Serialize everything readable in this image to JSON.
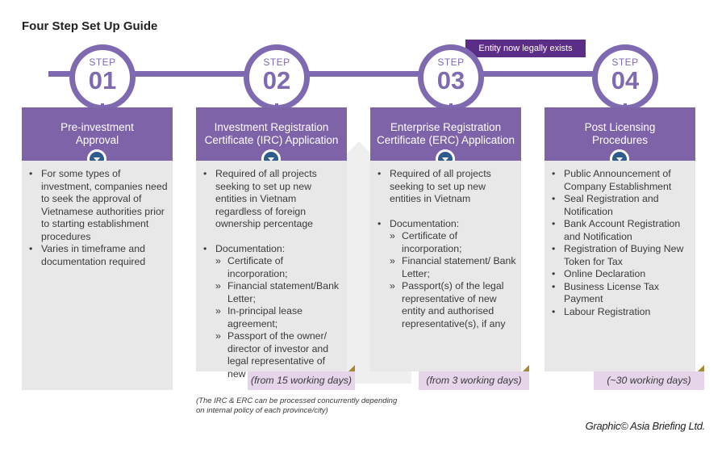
{
  "title": "Four Step Set Up Guide",
  "badge": "Entity now legally exists",
  "steps": [
    {
      "step_label": "STEP",
      "number": "01",
      "header": "Pre-investment\nApproval",
      "bullets": [
        {
          "text": "For some types of investment, companies need to seek the approval of Vietnamese authorities prior to starting establishment procedures"
        },
        {
          "text": "Varies in timeframe and documentation required"
        }
      ],
      "duration": ""
    },
    {
      "step_label": "STEP",
      "number": "02",
      "header": "Investment Registration\nCertificate (IRC) Application",
      "bullets": [
        {
          "text": "Required of all projects seeking to set up new entities in Vietnam regardless of foreign ownership percentage"
        },
        {
          "text": "Documentation:",
          "sub": [
            "Certificate of incorporation;",
            "Financial statement/Bank Letter;",
            "In-principal lease agreement;",
            "Passport of the owner/ director of investor and legal representative of new company."
          ]
        }
      ],
      "duration": "(from 15 working days)"
    },
    {
      "step_label": "STEP",
      "number": "03",
      "header": "Enterprise Registration\nCertificate (ERC) Application",
      "bullets": [
        {
          "text": "Required of all projects seeking to set up new entities in Vietnam"
        },
        {
          "text": "Documentation:",
          "sub": [
            "Certificate of incorporation;",
            "Financial statement/ Bank Letter;",
            "Passport(s) of the legal representative of new entity and authorised representative(s), if any"
          ]
        }
      ],
      "duration": "(from 3 working days)"
    },
    {
      "step_label": "STEP",
      "number": "04",
      "header": "Post Licensing\nProcedures",
      "bullets": [
        {
          "text": "Public Announcement of Company Establishment"
        },
        {
          "text": "Seal Registration and Notification"
        },
        {
          "text": "Bank Account Registration and Notification"
        },
        {
          "text": "Registration of Buying New Token for Tax"
        },
        {
          "text": "Online Declaration"
        },
        {
          "text": "Business License Tax Payment"
        },
        {
          "text": "Labour Registration"
        }
      ],
      "duration": "(~30 working days)"
    }
  ],
  "note": "(The IRC & ERC can be processed concurrently depending on internal policy of each province/city)",
  "credit": "Graphic© Asia Briefing Ltd.",
  "colors": {
    "purple": "#7f63a8",
    "dark_purple": "#5b2d86",
    "navy": "#2f5c8d",
    "gray_panel": "#e8e8e8",
    "pink": "#e6d5ea"
  }
}
